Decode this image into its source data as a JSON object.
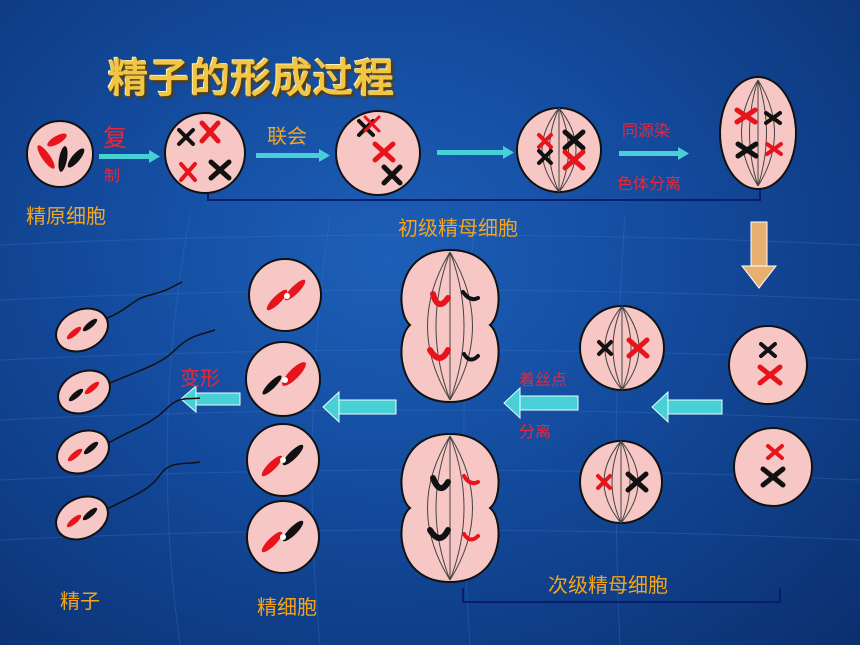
{
  "title": "精子的形成过程",
  "labels": {
    "replicate_1": "复",
    "replicate_2": "制",
    "spermatogonium": "精原细胞",
    "synapsis": "联会",
    "primary_spermatocyte": "初级精母细胞",
    "homolog_sep_1": "同源染",
    "homolog_sep_2": "色体分离",
    "centromere_split_1": "着丝点",
    "centromere_split_2": "分离",
    "secondary_spermatocyte": "次级精母细胞",
    "transform": "变形",
    "spermatid": "精细胞",
    "sperm": "精子"
  },
  "colors": {
    "cell_fill": "#f6c7c4",
    "chrom_red": "#e8141c",
    "chrom_black": "#111111",
    "arrow_cyan": "#48d0d6",
    "arrow_tan": "#e8b070",
    "label_orange": "#f4a51c",
    "label_red": "#e8283a"
  }
}
